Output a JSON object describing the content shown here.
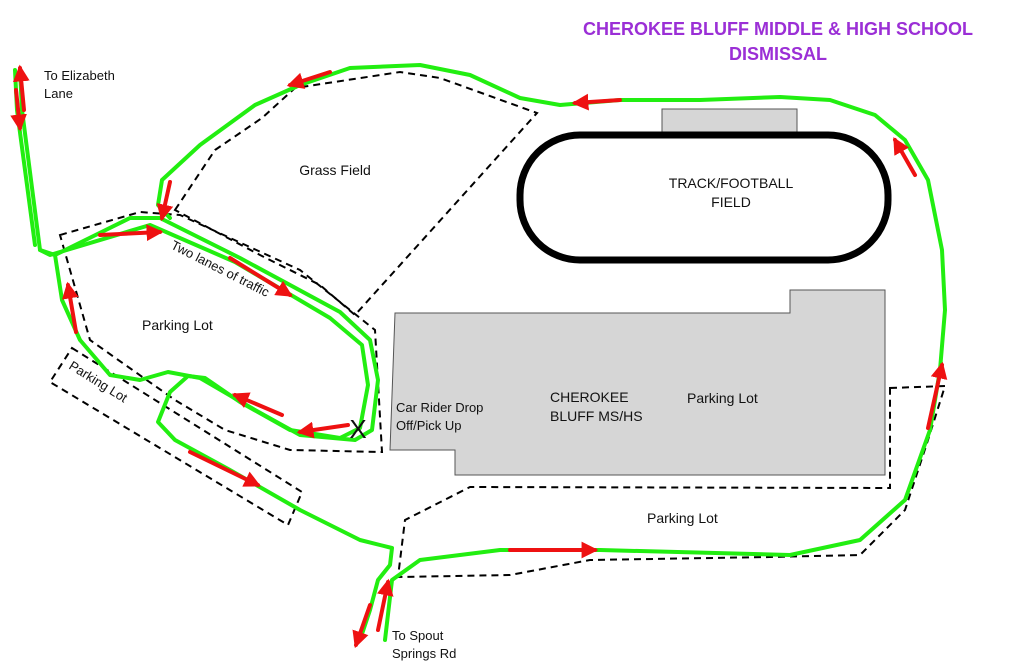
{
  "title": {
    "line1": "CHEROKEE BLUFF MIDDLE & HIGH SCHOOL",
    "line2": "DISMISSAL"
  },
  "labels": {
    "to_elizabeth_l1": "To Elizabeth",
    "to_elizabeth_l2": "Lane",
    "grass_field": "Grass Field",
    "track_l1": "TRACK/FOOTBALL",
    "track_l2": "FIELD",
    "two_lanes": "Two lanes of traffic",
    "parking_lot_left": "Parking Lot",
    "parking_lot_small": "Parking Lot",
    "car_rider_l1": "Car Rider Drop",
    "car_rider_l2": "Off/Pick Up",
    "school_l1": "CHEROKEE",
    "school_l2": "BLUFF MS/HS",
    "parking_lot_building": "Parking Lot",
    "parking_lot_bottom": "Parking Lot",
    "to_spout_l1": "To Spout",
    "to_spout_l2": "Springs Rd",
    "x_mark": "X"
  },
  "colors": {
    "route": "#22ee11",
    "arrow": "#ee1111",
    "title": "#9b2fd6",
    "building_fill": "#d6d6d6",
    "track": "#000000",
    "boundary": "#000000"
  }
}
